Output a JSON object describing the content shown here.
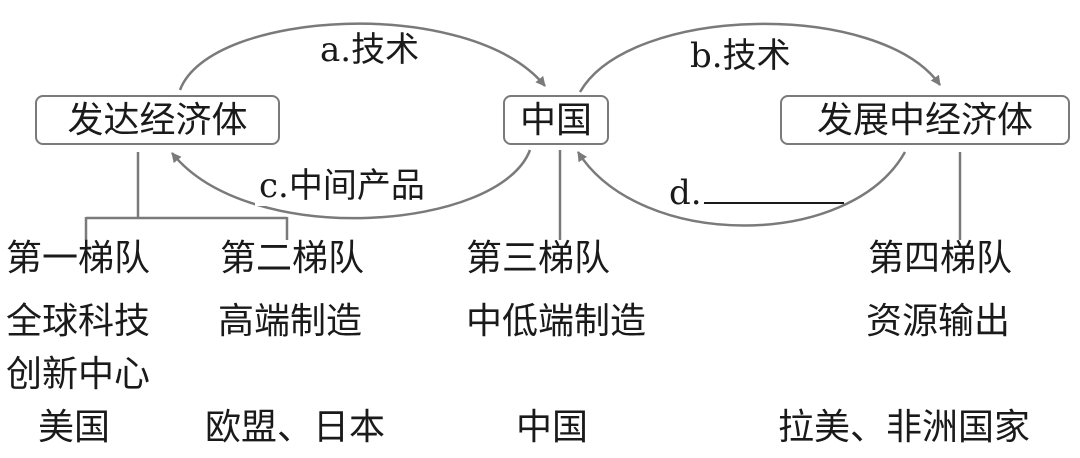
{
  "nodes": {
    "developed": "发达经济体",
    "china": "中国",
    "developing": "发展中经济体"
  },
  "flows": {
    "a": "a.技术",
    "c": "c.中间产品",
    "b": "b.技术",
    "d": "d."
  },
  "tiers": [
    {
      "name": "第一梯队",
      "role": "全球科技",
      "role2": "创新中心",
      "example": "美国"
    },
    {
      "name": "第二梯队",
      "role": "高端制造",
      "example": "欧盟、日本"
    },
    {
      "name": "第三梯队",
      "role": "中低端制造",
      "example": "中国"
    },
    {
      "name": "第四梯队",
      "role": "资源输出",
      "example": "拉美、非洲国家"
    }
  ],
  "colors": {
    "line": "#7a7a7a",
    "text": "#1a1a1a"
  }
}
